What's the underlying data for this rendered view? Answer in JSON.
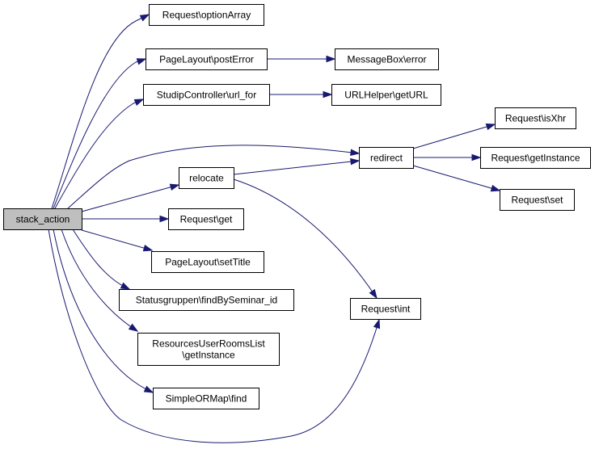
{
  "diagram": {
    "colors": {
      "edge": "#191970",
      "root_fill": "#bfbfbf",
      "node_fill": "#ffffff",
      "border": "#000000"
    },
    "nodes": {
      "stack_action": {
        "label": "stack_action",
        "root": true
      },
      "optionArray": {
        "label": "Request\\optionArray"
      },
      "postError": {
        "label": "PageLayout\\postError"
      },
      "mbError": {
        "label": "MessageBox\\error"
      },
      "urlFor": {
        "label": "StudipController\\url_for"
      },
      "getURL": {
        "label": "URLHelper\\getURL"
      },
      "redirect": {
        "label": "redirect"
      },
      "isXhr": {
        "label": "Request\\isXhr"
      },
      "getInstance": {
        "label": "Request\\getInstance"
      },
      "set": {
        "label": "Request\\set"
      },
      "relocate": {
        "label": "relocate"
      },
      "get": {
        "label": "Request\\get"
      },
      "setTitle": {
        "label": "PageLayout\\setTitle"
      },
      "findBySem": {
        "label": "Statusgruppen\\findBySeminar_id"
      },
      "resRooms": {
        "label": "ResourcesUserRoomsList\n\\getInstance"
      },
      "ormFind": {
        "label": "SimpleORMap\\find"
      },
      "reqInt": {
        "label": "Request\\int"
      }
    },
    "edges": [
      [
        "stack_action",
        "optionArray"
      ],
      [
        "stack_action",
        "postError"
      ],
      [
        "stack_action",
        "urlFor"
      ],
      [
        "stack_action",
        "redirect"
      ],
      [
        "stack_action",
        "relocate"
      ],
      [
        "stack_action",
        "get"
      ],
      [
        "stack_action",
        "setTitle"
      ],
      [
        "stack_action",
        "findBySem"
      ],
      [
        "stack_action",
        "resRooms"
      ],
      [
        "stack_action",
        "ormFind"
      ],
      [
        "stack_action",
        "reqInt"
      ],
      [
        "postError",
        "mbError"
      ],
      [
        "urlFor",
        "getURL"
      ],
      [
        "redirect",
        "isXhr"
      ],
      [
        "redirect",
        "getInstance"
      ],
      [
        "redirect",
        "set"
      ],
      [
        "relocate",
        "redirect"
      ],
      [
        "relocate",
        "reqInt"
      ]
    ]
  }
}
